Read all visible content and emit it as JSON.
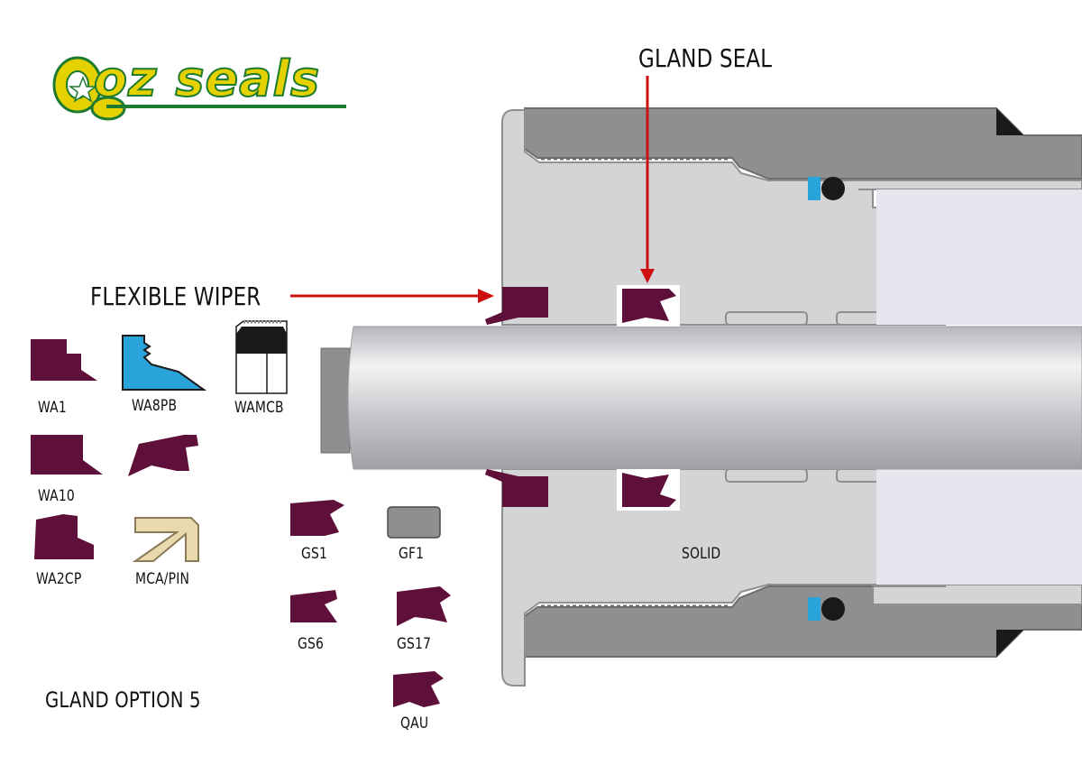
{
  "logo": {
    "text": "oz seals"
  },
  "callouts": {
    "gland_seal": "GLAND SEAL",
    "flexible_wiper": "FLEXIBLE WIPER",
    "solid": "SOLID",
    "gland_option": "GLAND OPTION 5"
  },
  "parts": {
    "wa1": "WA1",
    "wa8pb": "WA8PB",
    "wamcb": "WAMCB",
    "wa10": "WA10",
    "wa2cp": "WA2CP",
    "mca_pin": "MCA/PIN",
    "gs1": "GS1",
    "gf1": "GF1",
    "gs6": "GS6",
    "gs17": "GS17",
    "qau": "QAU"
  },
  "colors": {
    "seal": "#5e0f3a",
    "arrow": "#cc1010",
    "gland_light": "#d4d4d6",
    "housing_dark": "#8e8f91",
    "rod": "#c8c9cc",
    "blue_ring": "#29a3d9",
    "pin_tan": "#e8d9ae",
    "logo_yellow": "#e5d100",
    "logo_green": "#1d7a2e"
  }
}
